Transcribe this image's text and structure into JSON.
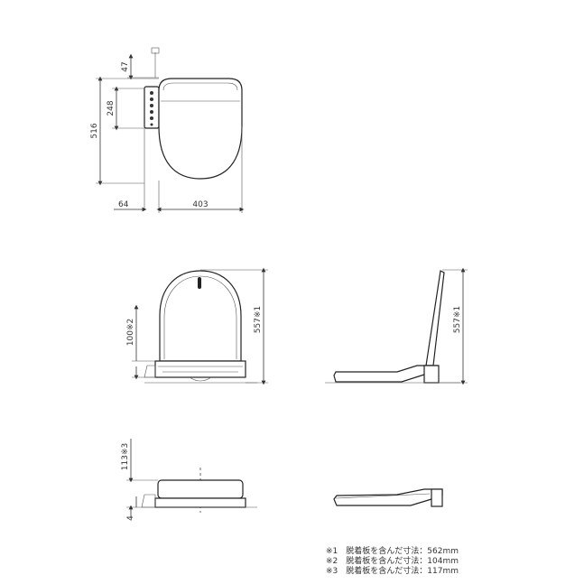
{
  "top_view": {
    "dims": {
      "d47": "47",
      "d248": "248",
      "d516": "516",
      "d64": "64",
      "d403": "403"
    }
  },
  "front_view": {
    "dims": {
      "d100": "100※2",
      "d557": "557※1"
    }
  },
  "side_view": {
    "dims": {
      "d557": "557※1"
    }
  },
  "closed_front_view": {
    "dims": {
      "d113": "113※3",
      "d4": "4"
    }
  },
  "notes": [
    "※1　脱着板を含んだ寸法：562mm",
    "※2　脱着板を含んだ寸法：104mm",
    "※3　脱着板を含んだ寸法：117mm"
  ]
}
